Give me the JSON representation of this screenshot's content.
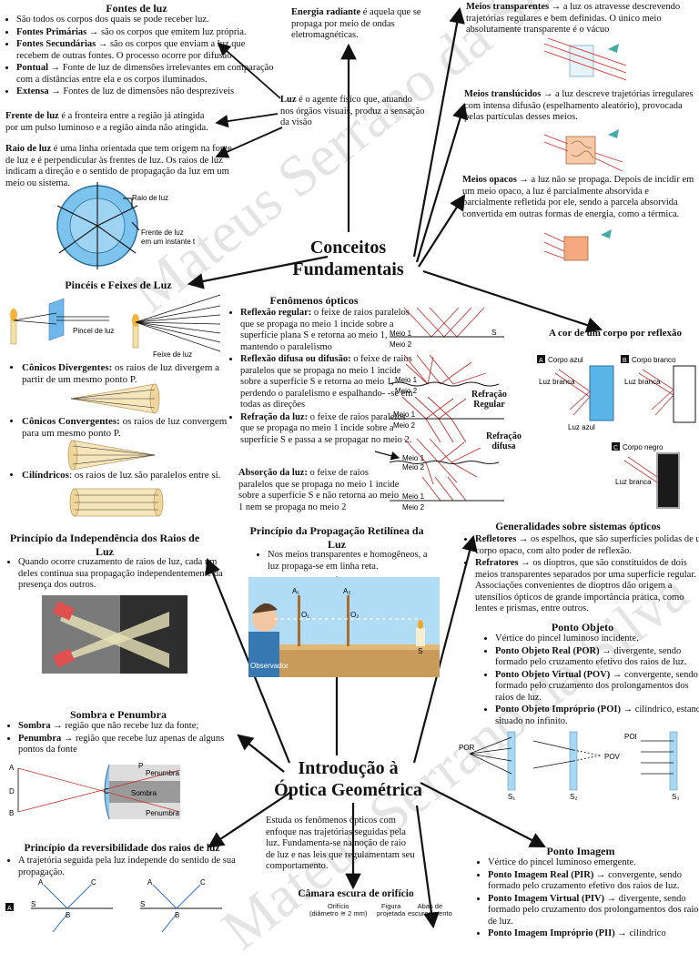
{
  "watermark": [
    "Mateus Serrano da Silva",
    "Mateus Serrano da Silva"
  ],
  "center1": {
    "title_l1": "Conceitos",
    "title_l2": "Fundamentais"
  },
  "center2": {
    "title_l1": "Introdução à",
    "title_l2": "Óptica Geométrica",
    "desc": "Estuda os fenômenos ópticos com enfoque nas trajetórias seguidas pela luz. Fundamenta-se na noção de raio de luz e nas leis que regulamentam seu comportamento."
  },
  "fontes": {
    "title": "Fontes de luz",
    "items": [
      {
        "b": "",
        "t": "São todos os corpos dos quais se pode receber luz."
      },
      {
        "b": "Fontes Primárias",
        "t": " → são os corpos que emitem luz própria."
      },
      {
        "b": "Fontes Secundárias",
        "t": " → são os corpos que enviam a luz que recebem de outras fontes. O processo ocorre por difusão"
      },
      {
        "b": "Pontual",
        "t": " → Fonte de luz de dimensões irrelevantes em comparação com a distâncias entre ela e os corpos iluminados."
      },
      {
        "b": "Extensa",
        "t": " → Fontes de luz de dimensões não desprezíveis"
      }
    ]
  },
  "energia": {
    "b": "Energia radiante",
    "t": " é aquela que se propaga por meio de ondas eletromagnéticas."
  },
  "luz": {
    "b": "Luz",
    "t": " é o agente físico que, atuando nos órgãos visuais, produz a sensação da visão"
  },
  "frente": {
    "b": "Frente de luz",
    "t": " é a fronteira entre a região já atingida por um pulso luminoso e a região ainda não atingida."
  },
  "raio": {
    "b": "Raio de luz",
    "t": " é uma linha orientada que tem origem na fonte de luz e é perpendicular às frentes de luz. Os raios de luz indicam a direção e o sentido de propagação da luz em um meio ou sistema."
  },
  "raio_fig": {
    "l1": "Raio de luz",
    "l2": "Frente de luz",
    "l3": "em um instante t"
  },
  "meios": {
    "transparentes": {
      "b": "Meios transparentes",
      "t": " → a luz os atravesse descrevendo trajetórias regulares e bem definidas. O único meio absolutamente transparente é o vácuo"
    },
    "translucidos": {
      "b": "Meios translúcidos",
      "t": " → a luz descreve trajetórias irregulares com intensa difusão (espelhamento aleatório), provocada pelas partículas desses meios."
    },
    "opacos": {
      "b": "Meios opacos",
      "t": " → a luz não se propaga. Depois de incidir em um meio opaco, a luz é parcialmente absorvida e parcialmente refletida por ele, sendo a parcela absorvida convertida em outras formas de energia, como a térmica."
    }
  },
  "pinceis": {
    "title": "Pincéis e Feixes de Luz",
    "fig_l1": "Pincel de luz",
    "fig_l2": "Feixe de luz",
    "items": [
      {
        "b": "Cônicos Divergentes:",
        "t": " os raios de luz divergem a partir de um mesmo ponto P."
      },
      {
        "b": "Cônicos Convergentes:",
        "t": " os raios de luz convergem para um mesmo ponto P."
      },
      {
        "b": "Cilíndricos",
        "t": ": os raios de luz são paralelos entre si."
      }
    ]
  },
  "fenomenos": {
    "title": "Fenômenos ópticos",
    "items": [
      {
        "b": "Reflexão regular:",
        "t": " o feixe de raios paralelos que se propaga no meio 1 incide sobre a superfície plana S e retorna ao meio 1, mantendo o paralelismo"
      },
      {
        "b": "Reflexão difusa ou difusão:",
        "t": " o feixe de raios paralelos que se propaga no meio 1 incide sobre a superfície S e retorna ao meio 1, perdendo o paralelismo e espalhando- -se em todas as direções"
      },
      {
        "b": "Refração da luz:",
        "t": " o feixe de raios paralelos que se propaga no meio 1 incide sobre a superfície S e passa a se propagar no meio 2."
      },
      {
        "b": "Absorção da luz:",
        "t": " o feixe de raios paralelos que se propaga no meio 1 incide sobre a superfície S e não retorna ao meio 1 nem se propaga no meio 2"
      }
    ],
    "fig": {
      "m1": "Meio 1",
      "m2": "Meio 2",
      "s": "S",
      "refr_reg_1": "Refração",
      "refr_reg_2": "Regular",
      "refr_dif_1": "Refração",
      "refr_dif_2": "difusa"
    }
  },
  "cor": {
    "title": "A cor de um corpo por reflexão",
    "azul": {
      "tag": "A",
      "label": "Corpo azul",
      "in": "Luz branca",
      "out": "Luz azul"
    },
    "branco": {
      "tag": "B",
      "label": "Corpo branco",
      "in": "Luz branca"
    },
    "negro": {
      "tag": "C",
      "label": "Corpo negro",
      "in": "Luz branca"
    },
    "colors": {
      "azul": "#5ab4e8",
      "negro": "#1a1a1a"
    }
  },
  "independencia": {
    "title": "Princípio da Independência dos Raios de Luz",
    "t": "Quando ocorre cruzamento de raios de luz, cada um deles continua sua propagação independentemente da presença dos outros."
  },
  "retilinea": {
    "title": "Princípio da Propagação Retilínea da Luz",
    "t": "Nos meios transparentes e homogêneos, a luz propaga-se em linha reta.",
    "obs": "Observador",
    "a1": "A₁",
    "a2": "A₂",
    "o1": "O₁",
    "o2": "O₂",
    "s": "S"
  },
  "generalidades": {
    "title": "Generalidades sobre sistemas ópticos",
    "items": [
      {
        "b": "Refletores",
        "t": " → os espelhos, que são superfícies polidas de um corpo opaco, com alto poder de reflexão."
      },
      {
        "b": "Refratores",
        "t": " → os dioptros, que são constituídos de dois meios transparentes separados por uma superfície regular. Associações convenientes de dioptros dão origem a utensílios ópticos de grande importância prática, como lentes e prismas, entre outros."
      }
    ]
  },
  "ponto_objeto": {
    "title": "Ponto Objeto",
    "items": [
      {
        "b": "",
        "t": "Vértice do pincel luminoso incidente."
      },
      {
        "b": "Ponto Objeto Real (POR)",
        "t": " → divergente, sendo formado pelo cruzamento efetivo dos raios de luz."
      },
      {
        "b": "Ponto Objeto Virtual (POV)",
        "t": " → convergente, sendo formado pelo cruzamento dos prolongamentos dos raios de luz."
      },
      {
        "b": "Ponto Objeto Impróprio (POI)",
        "t": " → cilíndrico, estando situado no infinito."
      }
    ],
    "fig": {
      "por": "POR",
      "pov": "POV",
      "poi": "POI",
      "s1": "S₁",
      "s2": "S₂",
      "s3": "S₃"
    }
  },
  "sombra": {
    "title": "Sombra e Penumbra",
    "items": [
      {
        "b": "Sombra",
        "t": " → região que não recebe luz da fonte;"
      },
      {
        "b": "Penumbra",
        "t": " → região que recebe luz apenas de alguns pontos da fonte"
      }
    ],
    "fig": {
      "a": "A",
      "b": "B",
      "c": "C",
      "d": "D",
      "p": "P",
      "pen1": "Penumbra",
      "som": "Sombra",
      "pen2": "Penumbra"
    }
  },
  "reversibilidade": {
    "title": "Princípio da reversibilidade dos raios de luz",
    "t": "A trajetória seguida pela luz independe do sentido de sua propagação.",
    "fig": {
      "tag": "A",
      "a": "A",
      "b": "B",
      "c": "C",
      "s": "S"
    }
  },
  "camara": {
    "title": "Câmara escura de orifício",
    "l1": "Orifício",
    "l2": "(diâmetro ≅ 2 mm)",
    "l3": "Figura",
    "l4": "projetada",
    "l5": "Abas de",
    "l6": "escurecimento"
  },
  "ponto_imagem": {
    "title": "Ponto Imagem",
    "items": [
      {
        "b": "",
        "t": "Vértice do pincel luminoso emergente."
      },
      {
        "b": "Ponto Imagem Real (PIR)",
        "t": " → convergente, sendo formado pelo cruzamento efetivo dos raios de luz."
      },
      {
        "b": "Ponto Imagem Virtual (PIV)",
        "t": " → divergente, sendo formado pelo cruzamento dos prolongamentos dos raios de luz."
      },
      {
        "b": "Ponto Imagem Impróprio (PII)",
        "t": " → cilíndrico"
      }
    ]
  }
}
